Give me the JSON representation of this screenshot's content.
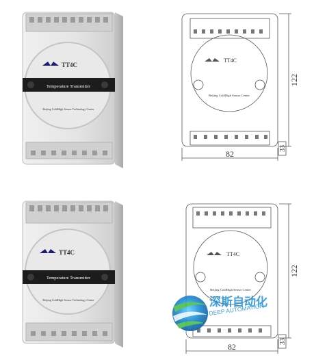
{
  "product": {
    "model": "TT4C",
    "band_label": "Temperature Transmitter",
    "maker": "Beijing ColdHigh Sensor Technology Center",
    "drawing_maker": "Beijing ColdHigh Sensor Center"
  },
  "dimensions": {
    "height": "122",
    "width": "82",
    "depth": "33"
  },
  "watermark": {
    "chinese": "深斯自动化",
    "english": "DEEP AUTOMATION"
  },
  "colors": {
    "device_body": "#e6e6e6",
    "band": "#1c1c1c",
    "terminal": "#d2d2d2",
    "watermark_blue": "#1e8fd6",
    "watermark_green": "#4bbf4a"
  }
}
